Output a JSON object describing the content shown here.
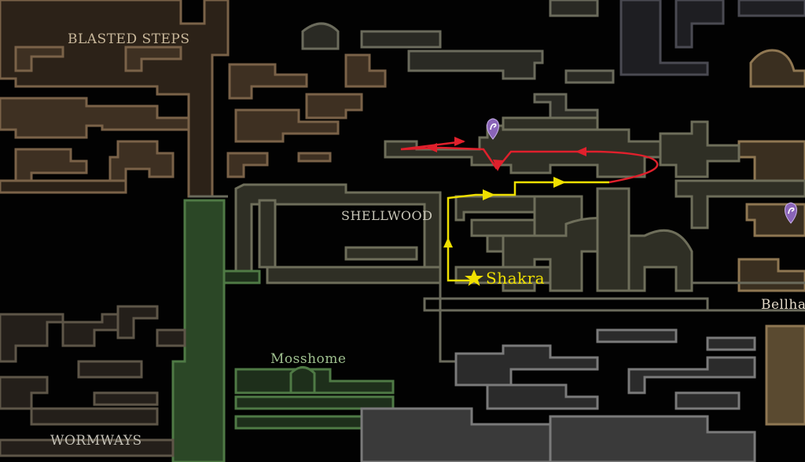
{
  "map": {
    "areas": {
      "blasted_steps": "BLASTED STEPS",
      "shellwood": "SHELLWOOD",
      "mosshome": "Mosshome",
      "wormways": "WORMWAYS",
      "bellhart": "Bellhart"
    },
    "marker": {
      "name": "Shakra",
      "icon": "star-icon"
    },
    "pin_icon": "map-pin-icon",
    "colors": {
      "background": "#020202",
      "blasted_steps": "#5a4733",
      "shellwood": "#4b4b3a",
      "mosshome": "#2e4a2b",
      "grey_area": "#4a4a4a",
      "bellhart": "#6b5a3a",
      "route_yellow": "#f0e000",
      "route_red": "#e0202c",
      "pin": "#8a64b8"
    }
  }
}
